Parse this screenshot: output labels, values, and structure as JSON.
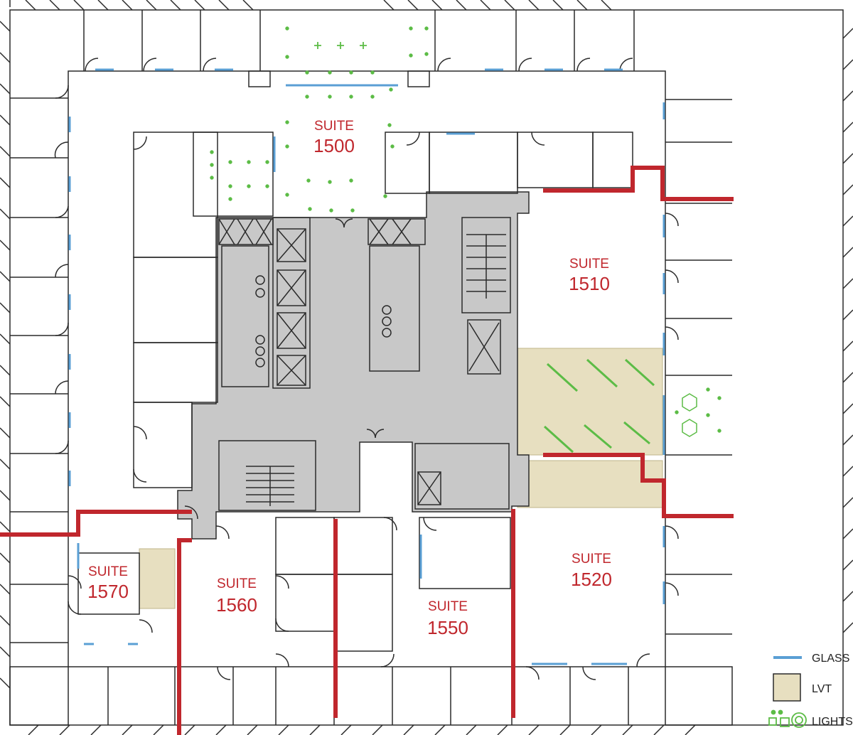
{
  "suites": [
    {
      "id": "1500",
      "word": "SUITE",
      "number": "1500"
    },
    {
      "id": "1510",
      "word": "SUITE",
      "number": "1510"
    },
    {
      "id": "1520",
      "word": "SUITE",
      "number": "1520"
    },
    {
      "id": "1550",
      "word": "SUITE",
      "number": "1550"
    },
    {
      "id": "1560",
      "word": "SUITE",
      "number": "1560"
    },
    {
      "id": "1570",
      "word": "SUITE",
      "number": "1570"
    }
  ],
  "legend": {
    "glass": "GLASS",
    "lvt": "LVT",
    "lights": "LIGHTS"
  },
  "colors": {
    "wall": "#2a2a2a",
    "core": "#c8c8c8",
    "demising": "#c0272d",
    "glass": "#5a9fd4",
    "lvt": "#e7dfc0",
    "lights": "#5cbc46"
  }
}
